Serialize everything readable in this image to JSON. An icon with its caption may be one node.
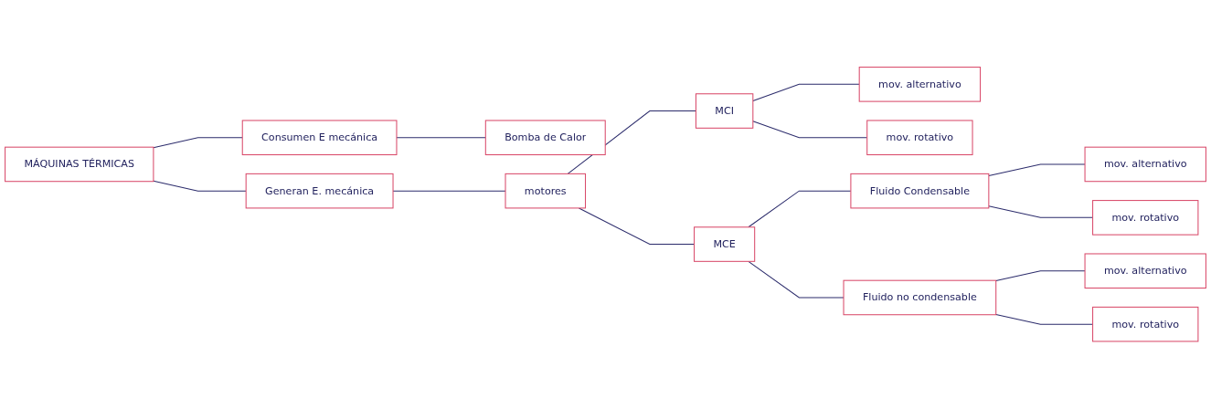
{
  "diagram": {
    "nodes": [
      {
        "text": [
          "MÁQUINAS TÉRMICAS"
        ]
      },
      {
        "text": [
          "Consumen E mecánica"
        ]
      },
      {
        "text": [
          "Generan E. mecánica"
        ]
      },
      {
        "text": [
          "Bomba de Calor"
        ]
      },
      {
        "text": [
          "motores"
        ]
      },
      {
        "text": [
          "MCI"
        ]
      },
      {
        "text": [
          "MCE"
        ]
      },
      {
        "text": [
          "mov. alternativo"
        ]
      },
      {
        "text": [
          "mov. rotativo"
        ]
      },
      {
        "text": [
          "Fluido Condensable"
        ]
      },
      {
        "text": [
          "Fluido no condensable"
        ]
      },
      {
        "text": [
          "mov. alternativo"
        ]
      },
      {
        "text": [
          "mov. rotativo"
        ]
      },
      {
        "text": [
          "mov. alternativo"
        ]
      },
      {
        "text": [
          "mov. rotativo"
        ]
      }
    ],
    "edges": [
      {
        "from": 0,
        "to": 1,
        "arrow": "none"
      },
      {
        "from": 0,
        "to": 2,
        "arrow": "none"
      },
      {
        "from": 1,
        "to": 3,
        "arrow": "none"
      },
      {
        "from": 2,
        "to": 4,
        "arrow": "none"
      },
      {
        "from": 4,
        "to": 5,
        "arrow": "none"
      },
      {
        "from": 4,
        "to": 6,
        "arrow": "none"
      },
      {
        "from": 5,
        "to": 7,
        "arrow": "none"
      },
      {
        "from": 5,
        "to": 8,
        "arrow": "none"
      },
      {
        "from": 6,
        "to": 9,
        "arrow": "none"
      },
      {
        "from": 6,
        "to": 10,
        "arrow": "none"
      },
      {
        "from": 9,
        "to": 11,
        "arrow": "none"
      },
      {
        "from": 9,
        "to": 12,
        "arrow": "none"
      },
      {
        "from": 10,
        "to": 13,
        "arrow": "none"
      },
      {
        "from": 10,
        "to": 14,
        "arrow": "none"
      }
    ]
  }
}
